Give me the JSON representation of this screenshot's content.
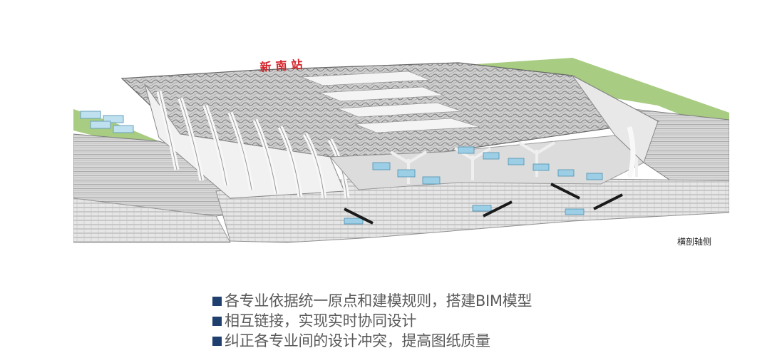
{
  "figure": {
    "signage_text": "新南站",
    "caption": "横剖轴侧"
  },
  "bullets": [
    "各专业依据统一原点和建模规则，搭建BIM模型",
    "相互链接，实现实时协同设计",
    "纠正各专业间的设计冲突，提高图纸质量"
  ],
  "colors": {
    "bullet_square": "#1f3f6e",
    "bullet_text": "#5a5a5a",
    "grass": "#a8cc82",
    "signage": "#d4232a",
    "glass": "#9ccfe6"
  }
}
